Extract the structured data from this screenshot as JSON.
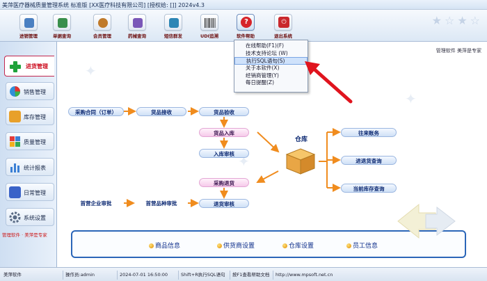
{
  "window": {
    "title": "美萍医疗器械质量管理系统 标准版 [XX医疗科技有限公司] [授权给: []]  2024v4.3"
  },
  "toolbar": {
    "buttons": [
      {
        "label": "进销管理",
        "icon": "inventory-icon",
        "color": "#4a7fc1"
      },
      {
        "label": "单据查询",
        "icon": "document-search-icon",
        "color": "#3a8f4c"
      },
      {
        "label": "会员管理",
        "icon": "member-icon",
        "color": "#c07a2a"
      },
      {
        "label": "药械查询",
        "icon": "device-search-icon",
        "color": "#7a57b8"
      },
      {
        "label": "短信群发",
        "icon": "sms-icon",
        "color": "#2d86b5"
      },
      {
        "label": "UDI追溯",
        "icon": "udi-barcode-icon",
        "color": "#3a3a3a"
      },
      {
        "label": "软件帮助",
        "icon": "help-icon",
        "color": "#d6242a"
      },
      {
        "label": "退出系统",
        "icon": "exit-icon",
        "color": "#c9282d"
      }
    ],
    "help_glyph": "?",
    "exit_glyph": "⏻"
  },
  "help_menu": {
    "items": [
      {
        "label": "在线帮助(F1)(F)"
      },
      {
        "label": "技术支持论坛 (W)"
      },
      {
        "label": "执行SQL语句(S)",
        "highlighted": true
      },
      {
        "label": "关于本软件(X)"
      },
      {
        "label": "经销商管理(Y)"
      },
      {
        "label": "每日提醒(Z)"
      }
    ]
  },
  "sidebar": {
    "active_tab": {
      "label": "进货管理",
      "icon": "plus-icon"
    },
    "items": [
      {
        "label": "销售管理",
        "icon": "pie-chart-icon"
      },
      {
        "label": "库存管理",
        "icon": "warehouse-icon"
      },
      {
        "label": "质量管理",
        "icon": "quality-icon"
      },
      {
        "label": "统计报表",
        "icon": "bar-chart-icon"
      },
      {
        "label": "日常管理",
        "icon": "daily-icon"
      },
      {
        "label": "系统设置",
        "icon": "settings-icon"
      }
    ],
    "footer": "管理软件 · 美萍是专家"
  },
  "main": {
    "note": "管理软件 美萍是专家",
    "flow": {
      "purchase_contract": "采购合同（订单）",
      "goods_receive": "货品接收",
      "goods_inspect": "货品验收",
      "goods_storage": "货品入库",
      "storage_audit": "入库审核",
      "purchase_return": "采购退货",
      "return_audit": "退货审核",
      "first_company_audit": "首营企业审批",
      "first_product_audit": "首营品种审批",
      "warehouse": "仓库",
      "accounts": "往来账务",
      "purchase_query": "进退货查询",
      "stock_query": "当前库存查询"
    },
    "links": [
      {
        "label": "商品信息"
      },
      {
        "label": "供货商设置"
      },
      {
        "label": "仓库设置"
      },
      {
        "label": "员工信息"
      }
    ]
  },
  "statusbar": {
    "app": "美萍软件",
    "operator": "操作员:admin",
    "datetime": "2024-07-01 16:50:00",
    "hint_sql": "Shift+R执行SQL语句",
    "hint_help": "按F1查看帮助文档",
    "website": "http://www.mpsoft.net.cn"
  },
  "colors": {
    "accent_blue": "#2b66b8",
    "arrow_orange": "#f08c1e",
    "pointer_red": "#e0141e"
  }
}
